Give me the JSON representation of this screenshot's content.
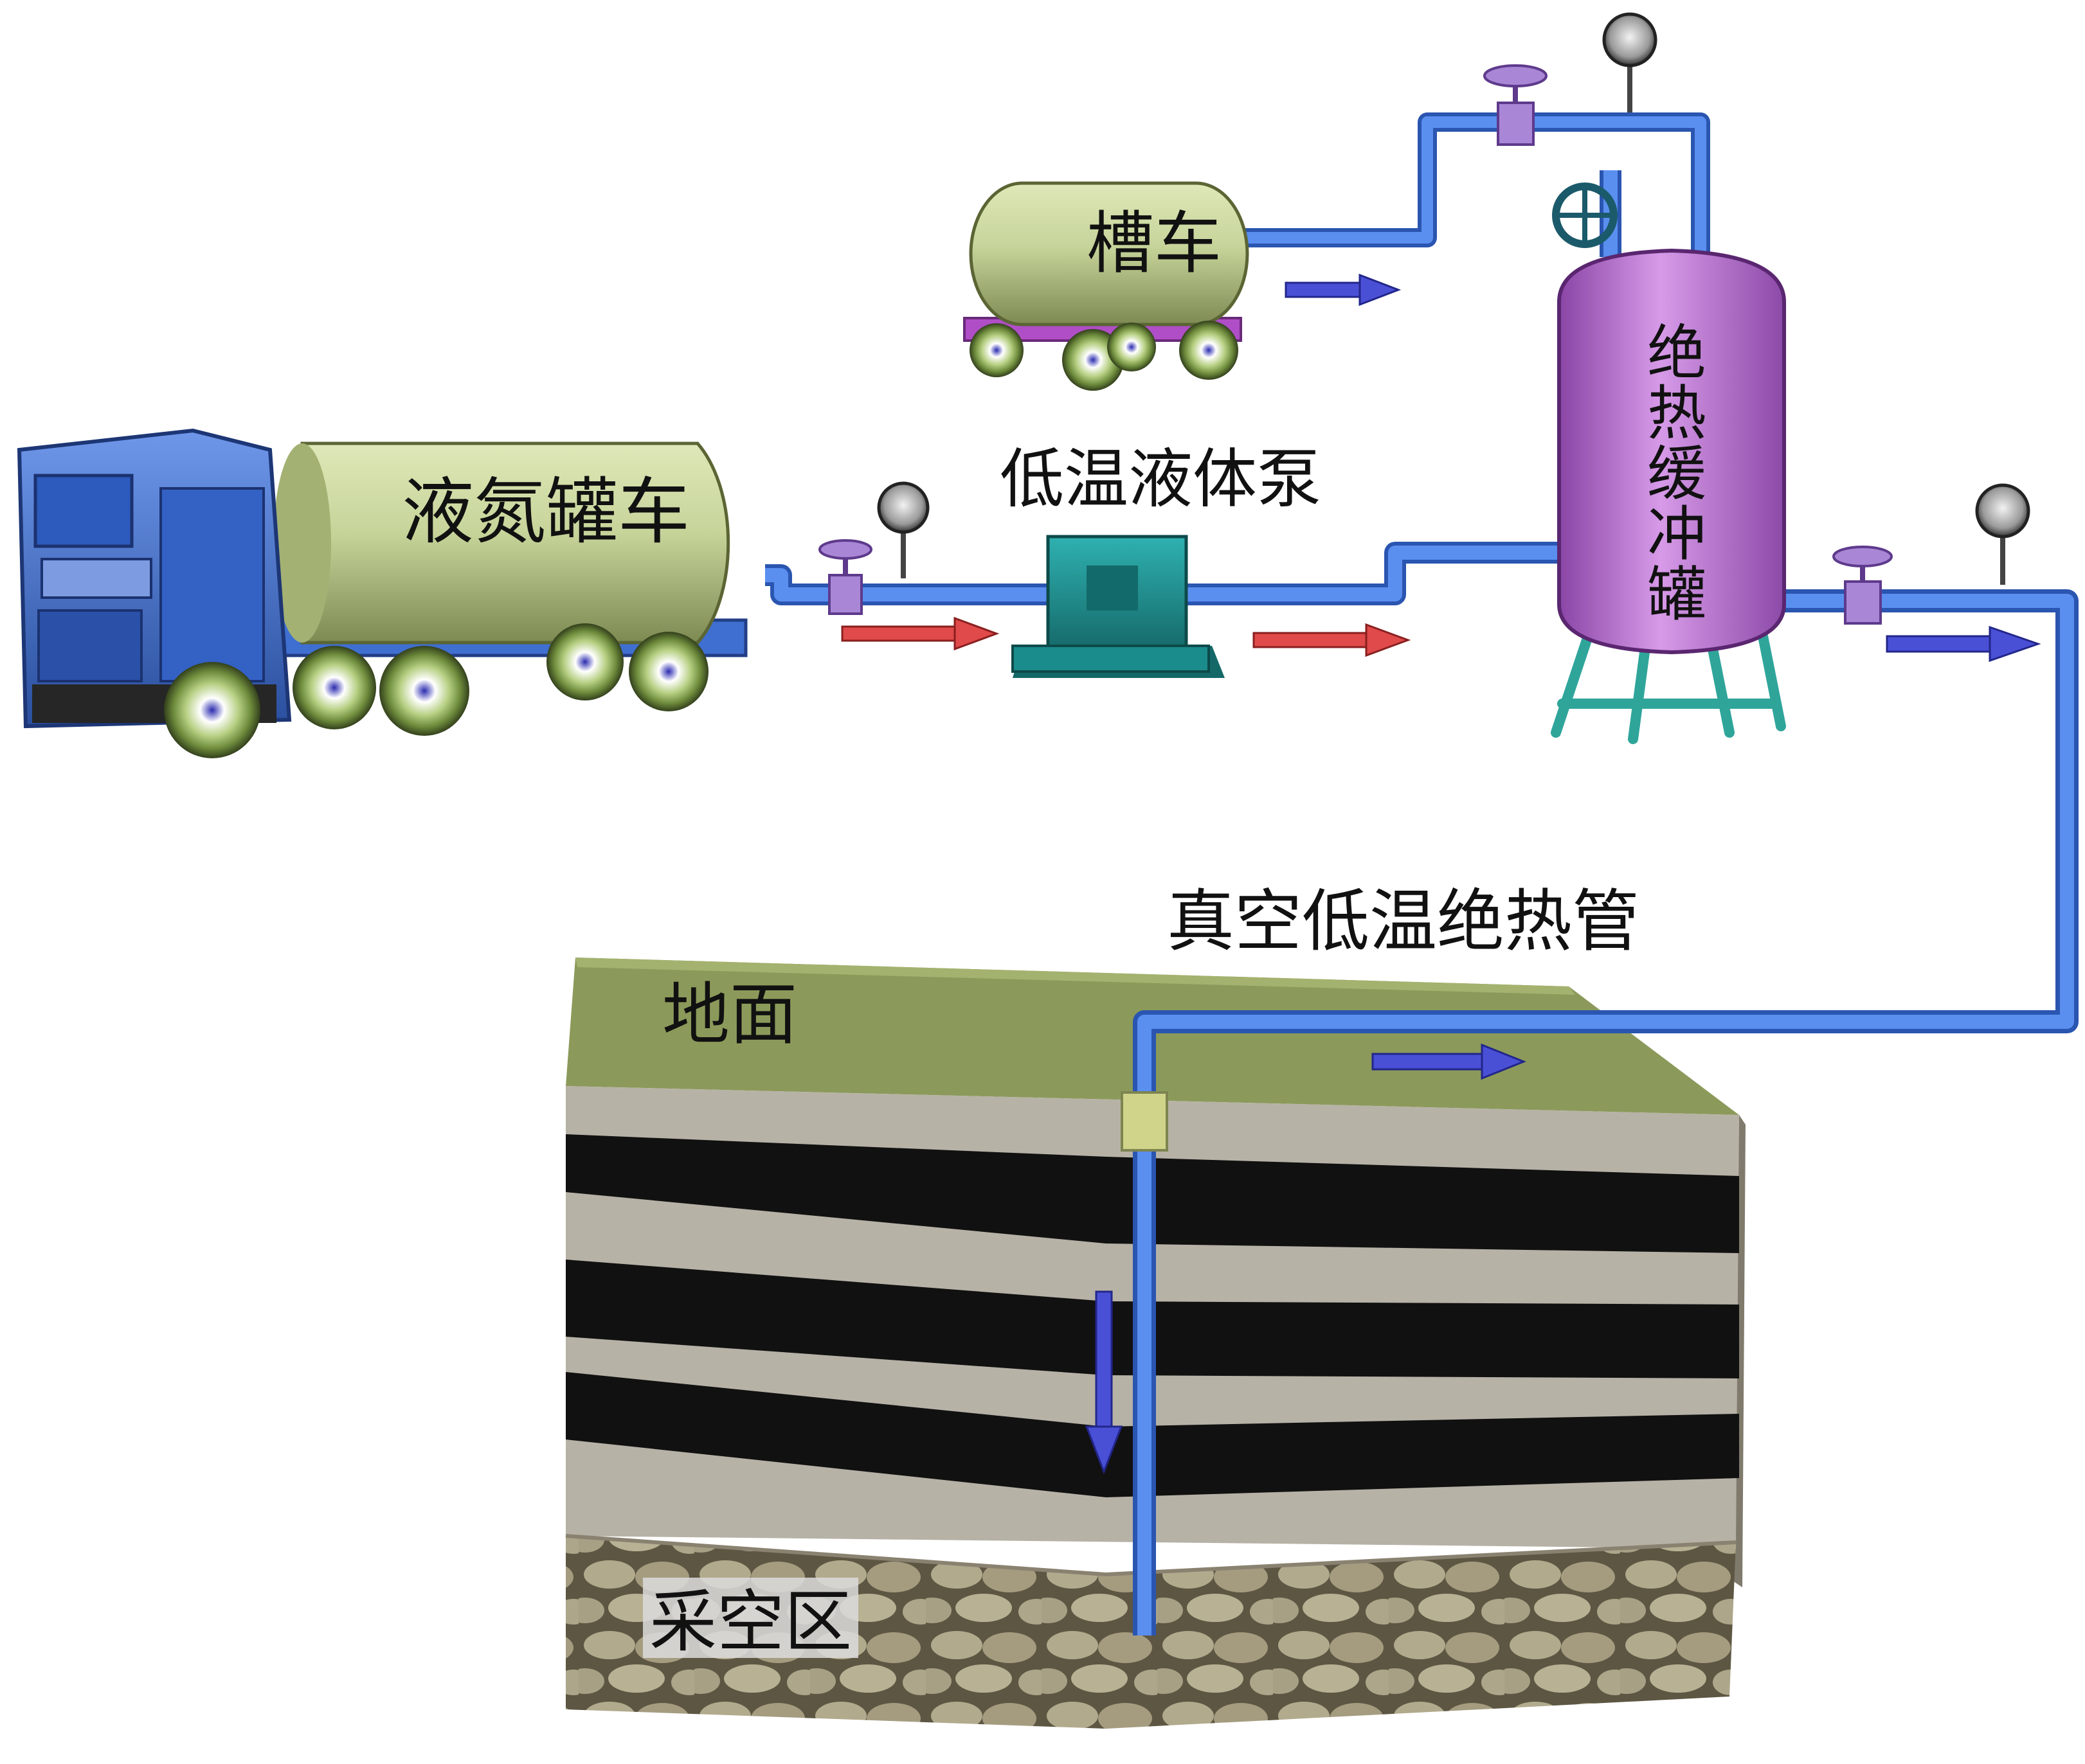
{
  "labels": {
    "tanker_truck": "液氮罐车",
    "tank_car": "槽车",
    "pump": "低温液体泵",
    "buffer_tank": "绝热缓冲罐",
    "pipe": "真空低温绝热管",
    "ground": "地面",
    "goaf": "采空区"
  },
  "colors": {
    "pipe": "#4f86e6",
    "pipe_edge": "#2a55b0",
    "tank_olive": "#c6d49a",
    "truck_blue": "#3f6fd0",
    "pump_teal": "#1b8c8c",
    "buffer_purple": "#b86fcf",
    "stand_teal": "#2fa59a",
    "valve_purple": "#a987d6",
    "arrow_red": "#e04a4a",
    "arrow_blue": "#4a50d6",
    "ground_green": "#8b9a5a",
    "stratum_gray": "#b7b2a6",
    "coal_black": "#111111",
    "goaf_stone": "#a59c80"
  },
  "icons": [
    "gauge-icon",
    "valve-icon",
    "flow-arrow-icon",
    "handwheel-icon"
  ]
}
